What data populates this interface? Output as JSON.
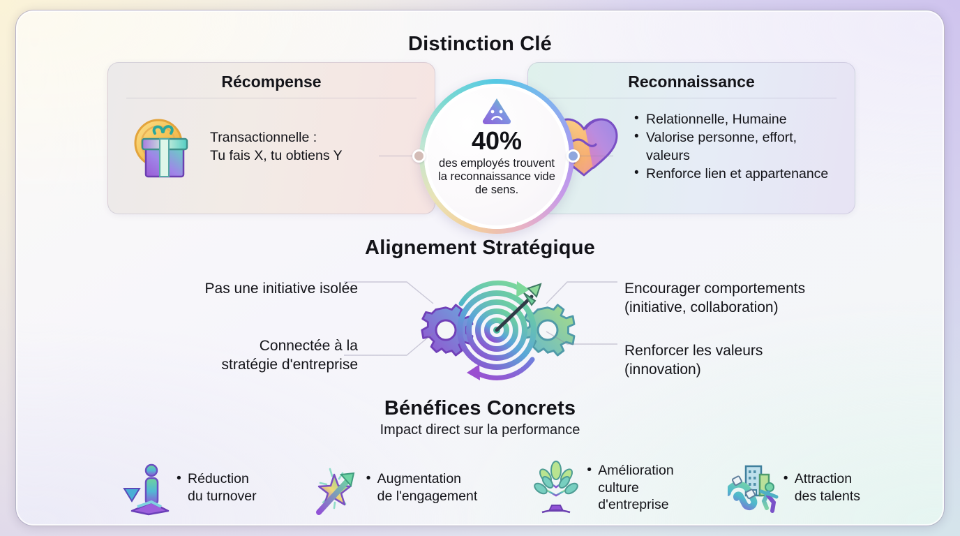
{
  "title": "Distinction Clé",
  "section_reward": {
    "title": "Récompense",
    "icon": "coin-gift-icon",
    "text_line1": "Transactionnelle :",
    "text_line2": "Tu fais X, tu obtiens Y"
  },
  "hub": {
    "icon": "sad-face-warning-triangle-icon",
    "stat": "40%",
    "caption": "des employés trouvent la reconnaissance vide de sens."
  },
  "section_recognition": {
    "title": "Reconnaissance",
    "icon": "handshake-heart-icon",
    "bullets": [
      "Relationnelle, Humaine",
      "Valorise personne, effort, valeurs",
      "Renforce lien et appartenance"
    ]
  },
  "section_alignment": {
    "title": "Alignement Stratégique",
    "icon": "target-gears-icon",
    "left_labels": [
      {
        "line1": "Pas une initiative isolée",
        "line2": ""
      },
      {
        "line1": "Connectée à la",
        "line2": "stratégie d'entreprise"
      }
    ],
    "right_labels": [
      {
        "line1": "Encourager comportements",
        "line2": "(initiative, collaboration)"
      },
      {
        "line1": "Renforcer les valeurs",
        "line2": "(innovation)"
      }
    ]
  },
  "section_benefits": {
    "title": "Bénéfices Concrets",
    "subtitle": "Impact direct sur la performance",
    "items": [
      {
        "icon": "person-down-arrow-icon",
        "line1": "Réduction",
        "line2": "du turnover",
        "line3": ""
      },
      {
        "icon": "star-rising-arrow-icon",
        "line1": "Augmentation",
        "line2": "de l'engagement",
        "line3": ""
      },
      {
        "icon": "growing-tree-icon",
        "line1": "Amélioration",
        "line2": "culture",
        "line3": "d'entreprise"
      },
      {
        "icon": "magnet-runner-icon",
        "line1": "Attraction",
        "line2": "des talents",
        "line3": ""
      }
    ]
  },
  "colors": {
    "node_left": "#d3bcb6",
    "node_right": "#8fa6dd",
    "text": "#131318",
    "accent_teal": "#4bb9b2",
    "accent_purple": "#8b5cd6",
    "accent_gold": "#f0b73f"
  }
}
